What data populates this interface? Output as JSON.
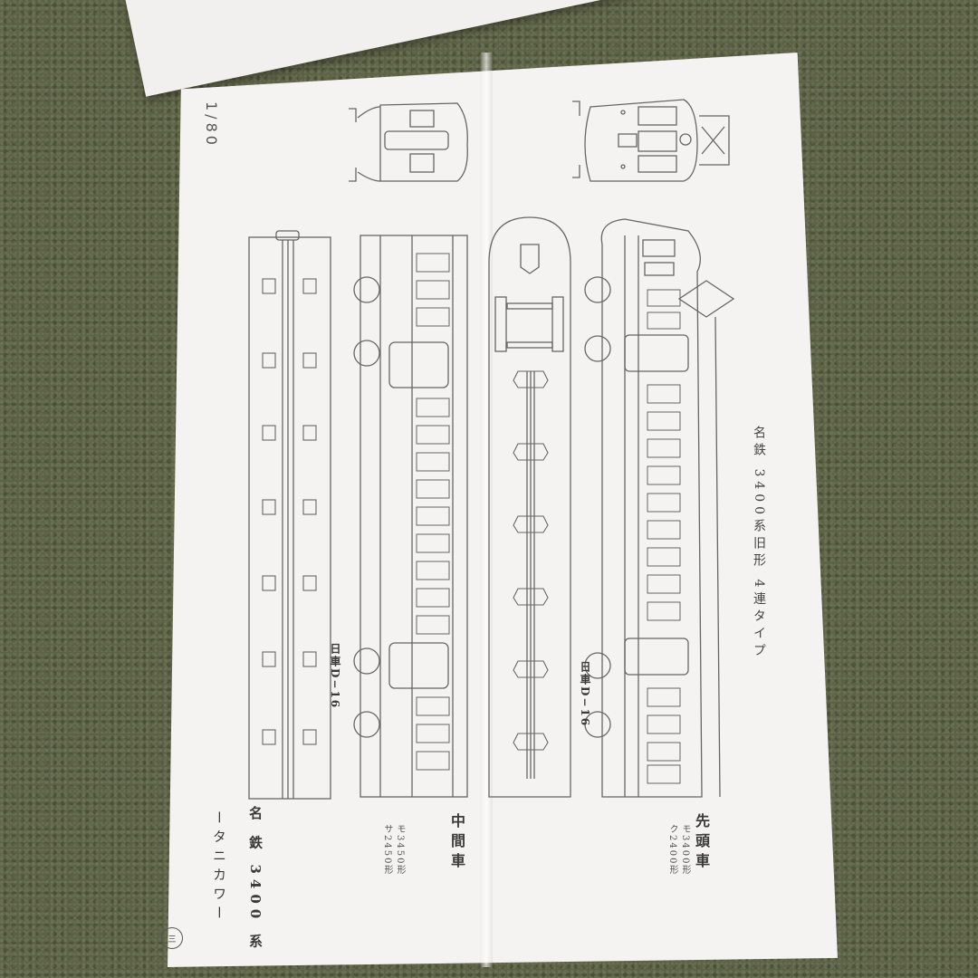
{
  "document": {
    "scale": "1/80",
    "title": "名鉄 3400系旧形 4連タイプ",
    "series_name": "名 鉄 3400 系",
    "maker": "ータニカワー",
    "stamp": "三"
  },
  "cars": [
    {
      "label": "先頭車",
      "models": [
        "モ3400形",
        "ク2400形"
      ],
      "bogie": "日車D−16"
    },
    {
      "label": "中間車",
      "models": [
        "モ3450形",
        "サ2450形"
      ],
      "bogie": "日車D−16"
    }
  ],
  "views": [
    "lead-car-front-view",
    "middle-car-end-view",
    "lead-car-side-view",
    "lead-car-roof-view",
    "middle-car-side-view",
    "middle-car-roof-view"
  ],
  "colors": {
    "carpet": "#5d6246",
    "paper": "#f4f3f1",
    "ink": "#555555"
  }
}
